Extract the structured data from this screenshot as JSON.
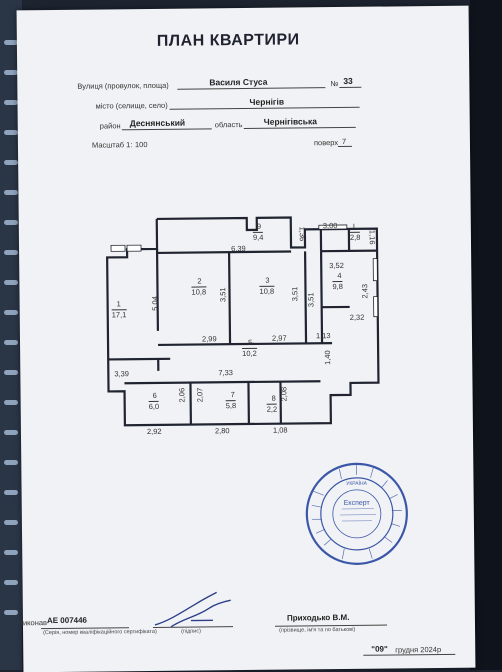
{
  "header": {
    "title": "ПЛАН КВАРТИРИ"
  },
  "address": {
    "street_label": "Вулиця (провулок, площа)",
    "street_value": "Василя Стуса",
    "house_label": "№",
    "house_value": "33",
    "city_label": "місто (селище, село)",
    "city_value": "Чернігів",
    "district_label": "район",
    "district_value": "Деснянський",
    "region_label": "область",
    "region_value": "Чернігівська",
    "scale_label": "Масштаб 1:",
    "scale_value": "100",
    "floor_label": "поверх",
    "floor_value": "7"
  },
  "rooms": [
    {
      "num": "1",
      "area": "17,1"
    },
    {
      "num": "2",
      "area": "10,8"
    },
    {
      "num": "3",
      "area": "10,8"
    },
    {
      "num": "4",
      "area": "9,8"
    },
    {
      "num": "5",
      "area": "10,2"
    },
    {
      "num": "6",
      "area": "6,0"
    },
    {
      "num": "7",
      "area": "5,8"
    },
    {
      "num": "8",
      "area": "2,2"
    },
    {
      "num": "9",
      "area": "9,4"
    },
    {
      "num": "I",
      "area": "2,8"
    }
  ],
  "dimensions": {
    "d_639": "6,39",
    "d_136": "1,36",
    "d_300": "3,00",
    "d_116": "1,16",
    "d_504": "5,04",
    "d_351a": "3,51",
    "d_351b": "3,51",
    "d_351c": "3,51",
    "d_352": "3,52",
    "d_243": "2,43",
    "d_232": "2,32",
    "d_299": "2,99",
    "d_297": "2,97",
    "d_113": "1,13",
    "d_339": "3,39",
    "d_733": "7,33",
    "d_140": "1,40",
    "d_206": "2,06",
    "d_207": "2,07",
    "d_208": "2,08",
    "d_292": "2,92",
    "d_280": "2,80",
    "d_108": "1,08"
  },
  "footer": {
    "performed_label": "виконав",
    "cert_number": "АЕ 007446",
    "cert_caption": "(Серія, номер кваліфікаційного сертифіката)",
    "sign_caption": "(підпис)",
    "name": "Приходько В.М.",
    "name_caption": "(прізвище, ім'я та по батькові)",
    "date_day": "\"09\"",
    "date_rest": "грудня 2024р"
  },
  "stamp": {
    "center_text": "Експерт",
    "ring_text": "УКРАЇНА"
  },
  "colors": {
    "paper": "#f1f2f5",
    "ink": "#1f2430",
    "stamp": "#3b57a8",
    "background": "#1d2430"
  }
}
